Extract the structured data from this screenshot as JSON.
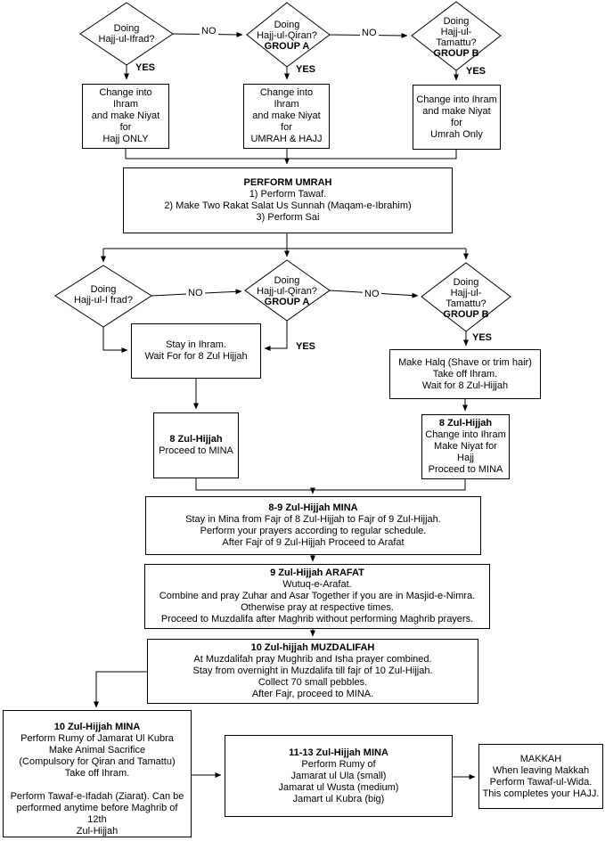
{
  "title": "Hajj flowchart",
  "colors": {
    "line": "#000000",
    "background": "#ffffff",
    "text": "#000000"
  },
  "labels": {
    "yes": "YES",
    "no": "NO"
  },
  "diamonds": {
    "d1": {
      "text": "Doing\nHajj-ul-Ifrad?",
      "group": ""
    },
    "d2": {
      "text": "Doing\nHajj-ul-Qiran?",
      "group": "GROUP A"
    },
    "d3": {
      "text": "Doing\nHajj-ul-\nTamattu?",
      "group": "GROUP B"
    },
    "d4": {
      "text": "Doing\nHajj-ul-I frad?",
      "group": ""
    },
    "d5": {
      "text": "Doing\nHajj-ul-Qiran?",
      "group": "GROUP A"
    },
    "d6": {
      "text": "Doing\nHajj-ul-\nTamattu?",
      "group": "GROUP B"
    }
  },
  "boxes": {
    "ihram_hajj_only": {
      "title": "",
      "body": "Change into Ihram\nand make Niyat for\nHajj ONLY"
    },
    "ihram_umrah_hajj": {
      "title": "",
      "body": "Change into Ihram\nand make Niyat for\nUMRAH & HAJJ"
    },
    "ihram_umrah_only": {
      "title": "",
      "body": "Change into Ihram\nand make Niyat for\nUmrah Only"
    },
    "perform_umrah": {
      "title": "PERFORM UMRAH",
      "body": "1) Perform Tawaf.\n2) Make Two Rakat Salat Us Sunnah (Maqam-e-Ibrahim)\n3) Perform Sai"
    },
    "stay_ihram": {
      "title": "",
      "body": "Stay in Ihram.\nWait For for 8 Zul Hijjah"
    },
    "make_halq": {
      "title": "",
      "body": "Make Halq (Shave or trim hair)\nTake off Ihram.\nWait for 8 Zul-Hijjah"
    },
    "zul8_left": {
      "title": "8 Zul-Hijjah",
      "body": "Proceed to MINA"
    },
    "zul8_right": {
      "title": "8 Zul-Hijjah",
      "body": "Change into Ihram\nMake Niyat for Hajj\nProceed to MINA"
    },
    "mina_8_9": {
      "title": "8-9 Zul-Hijjah MINA",
      "body": "Stay in Mina from Fajr of 8 Zul-Hijjah  to Fajr of 9 Zul-Hijjah.\nPerform your prayers according to regular schedule.\nAfter Fajr of 9 Zul-Hijjah Proceed to Arafat"
    },
    "arafat": {
      "title": "9 Zul-Hijjah ARAFAT",
      "body": "Wutuq-e-Arafat.\nCombine and pray Zuhar and Asar Together if you are in Masjid-e-Nimra.\nOtherwise pray at respective times.\nProceed to Muzdalifa after Maghrib without performing Maghrib prayers."
    },
    "muzdalifah": {
      "title": "10 Zul-hijjah MUZDALIFAH",
      "body": "At Muzdalifah pray Mughrib and Isha prayer combined.\nStay from  overnight in Muzdalifa till fajr of 10 Zul-Hijjah.\nCollect 70 small pebbles.\nAfter Fajr, proceed to MINA."
    },
    "mina_10": {
      "title": "10 Zul-Hijjah MINA",
      "body": "Perform Rumy of Jamarat Ul Kubra\nMake Animal Sacrifice\n(Compulsory for Qiran and Tamattu)\nTake off Ihram.\n\nPerform Tawaf-e-Ifadah (Ziarat). Can be\nperformed anytime before Maghrib of 12th\nZul-Hijjah"
    },
    "mina_11_13": {
      "title": "11-13 Zul-Hijjah MINA",
      "body": "Perform Rumy of\nJamarat ul Ula (small)\nJamarat ul Wusta (medium)\nJamart ul Kubra (big)"
    },
    "makkah": {
      "title": "",
      "body": "MAKKAH\nWhen leaving Makkah\nPerform  Tawaf-ul-Wida.\nThis completes your HAJJ."
    }
  }
}
